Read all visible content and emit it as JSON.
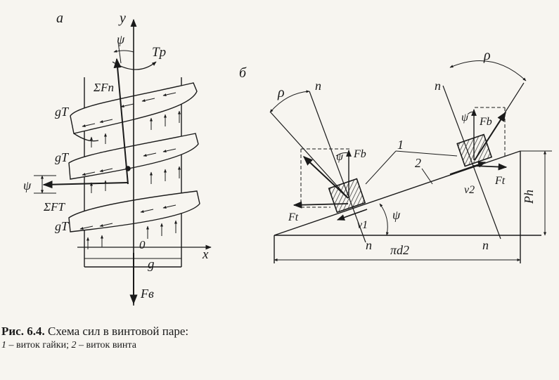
{
  "figure": {
    "left": {
      "panel_label": "а",
      "axis_y": "y",
      "axis_x": "x",
      "origin": "0",
      "psi_top": "ψ",
      "torque": "Tp",
      "sum_fn": "ΣFn",
      "g_t_1": "gT",
      "g_t_2": "gT",
      "g_t_3": "gT",
      "psi_side": "ψ",
      "sum_ft": "ΣFT",
      "g": "g",
      "f_v": "Fв"
    },
    "right": {
      "panel_label": "б",
      "rho_left": "ρ",
      "rho_right": "ρ",
      "n_top_left": "n",
      "n_top_right": "n",
      "n_bottom_left": "n",
      "n_bottom_right": "n",
      "psi_block1": "ψ",
      "psi_block2": "ψ",
      "psi_angle": "ψ",
      "fb_1": "Fb",
      "fb_2": "Fb",
      "ft_1": "Ft",
      "ft_2": "Ft",
      "v1": "v1",
      "v2": "v2",
      "label_1": "1",
      "label_2": "2",
      "ph": "Ph",
      "pid2": "πd2"
    }
  },
  "caption": {
    "prefix": "Рис. 6.4.",
    "title": " Схема сил в винтовой паре:",
    "item1_num": "1 –",
    "item1_text": " виток гайки; ",
    "item2_num": "2 –",
    "item2_text": " виток винта"
  }
}
